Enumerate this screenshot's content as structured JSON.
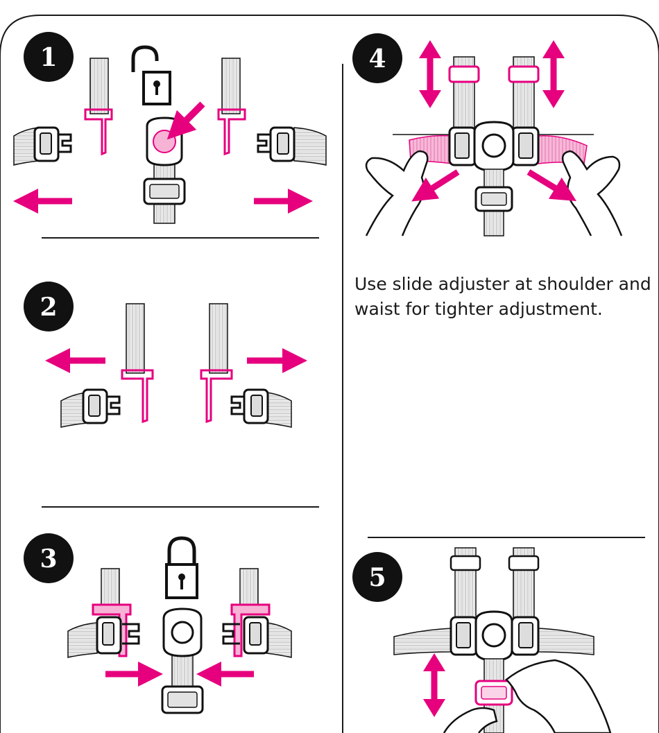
{
  "steps": [
    {
      "number": "1"
    },
    {
      "number": "2"
    },
    {
      "number": "3"
    },
    {
      "number": "4"
    },
    {
      "number": "5"
    }
  ],
  "caption": {
    "line1": "Use slide adjuster at shoulder and",
    "line2": "waist for tighter adjustment."
  },
  "colors": {
    "accent": "#e6007e",
    "accent_fill": "#f6b3d6",
    "ink": "#1a1a1a",
    "strap_fill": "#f2f2f2"
  },
  "icons": {
    "unlocked": "padlock-open-icon",
    "locked": "padlock-closed-icon"
  }
}
